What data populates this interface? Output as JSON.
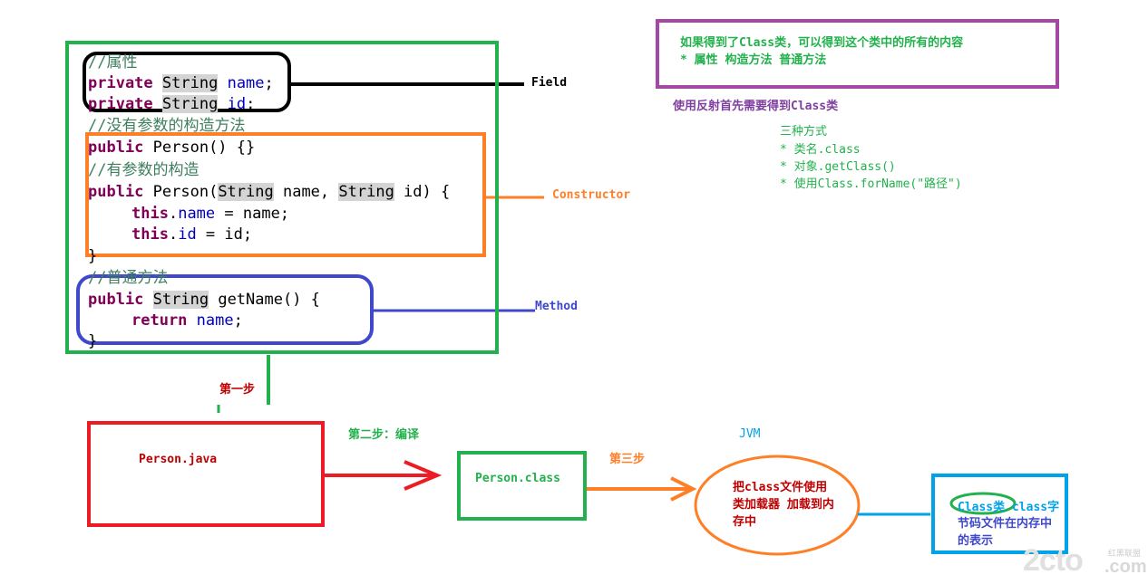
{
  "code": {
    "line1": "//属性",
    "line2_kw": "private",
    "line2_type": "String",
    "line2_field": "name",
    "line2_end": ";",
    "line3_kw": "private",
    "line3_type": "String",
    "line3_field": "id",
    "line3_end": ";",
    "line4": "//没有参数的构造方法",
    "line5_kw": "public",
    "line5_rest": " Person() {}",
    "line6": "//有参数的构造",
    "line7_kw": "public",
    "line7_a": " Person(",
    "line7_t1": "String",
    "line7_b": " name, ",
    "line7_t2": "String",
    "line7_c": " id) {",
    "line8_kw": "this",
    "line8_dot": ".",
    "line8_field": "name",
    "line8_rest": " = name;",
    "line9_kw": "this",
    "line9_dot": ".",
    "line9_field": "id",
    "line9_rest": " = id;",
    "line10": "}",
    "line11": "//普通方法",
    "line12_kw": "public",
    "line12_sp": " ",
    "line12_type": "String",
    "line12_rest": " getName() {",
    "line13_kw": "return",
    "line13_sp": " ",
    "line13_field": "name",
    "line13_end": ";",
    "line14": "}"
  },
  "labels": {
    "field": "Field",
    "constructor": "Constructor",
    "method": "Method"
  },
  "info": {
    "box_line1": "如果得到了Class类，可以得到这个类中的所有的内容",
    "box_line2": "* 属性 构造方法 普通方法",
    "first_step_note": "使用反射首先需要得到Class类",
    "ways_title": "三种方式",
    "way1": "* 类名.class",
    "way2": "* 对象.getClass()",
    "way3": "* 使用Class.forName(\"路径\")"
  },
  "flow": {
    "step1": "第一步",
    "step2": "第二步：编译",
    "step3": "第三步",
    "jvm": "JVM",
    "java_file": "Person.java",
    "class_file": "Person.class",
    "loader_line1": "把class文件使用",
    "loader_line2": "类加载器 加载到内",
    "loader_line3": "存中",
    "class_word": "Class类",
    "class_desc1": " class字",
    "class_desc2": "节码文件在内存中",
    "class_desc3": "的表示"
  },
  "watermark": {
    "logo": "2cto",
    "domain": ".com",
    "tag": "红黑联盟"
  },
  "colors": {
    "green": "#22b14c",
    "black": "#000000",
    "orange": "#ff7f27",
    "blue": "#3f48cc",
    "purple": "#a349a4",
    "red": "#ed1c24",
    "cyan": "#00a2e8",
    "dark_red": "#c00000",
    "text_green": "#22b14c",
    "text_purple": "#7f3f9f"
  }
}
